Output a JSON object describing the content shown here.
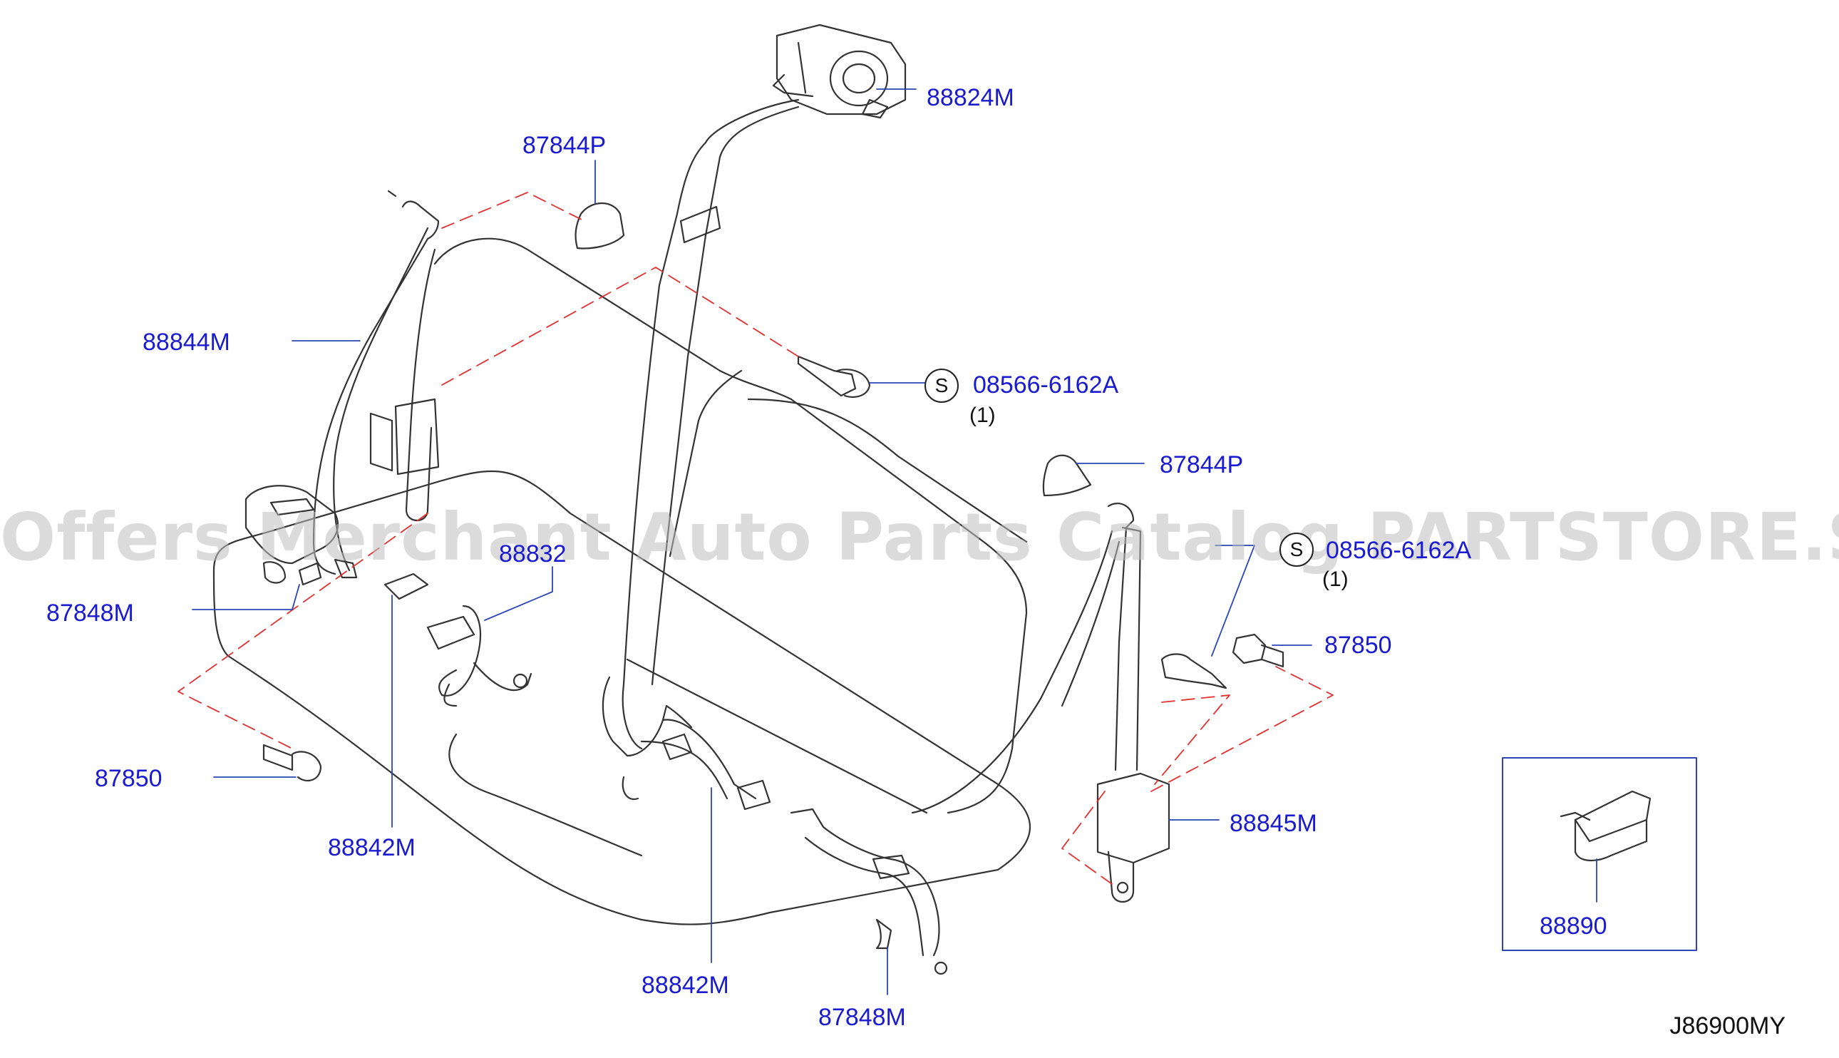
{
  "watermark": "Offers Merchant Auto Parts Catalog PARTSTORE.SA",
  "reference_code": "J86900MY",
  "colors": {
    "label": "#1a1ad0",
    "leader": "#2a46b8",
    "dash": "#e23030",
    "line": "#333333"
  },
  "labels": {
    "p88824m": "88824M",
    "p87844p_top": "87844P",
    "p88844m": "88844M",
    "p08566_top": "08566-6162A",
    "p08566_top_qty": "(1)",
    "p87844p_right": "87844P",
    "p88832": "88832",
    "p08566_right": "08566-6162A",
    "p08566_right_qty": "(1)",
    "p87848m_left": "87848M",
    "p87850_right": "87850",
    "p87850_left": "87850",
    "p88842m_left": "88842M",
    "p88845m": "88845M",
    "p88890": "88890",
    "p88842m_bottom": "88842M",
    "p87848m_bottom": "87848M"
  },
  "s_symbol": "S"
}
